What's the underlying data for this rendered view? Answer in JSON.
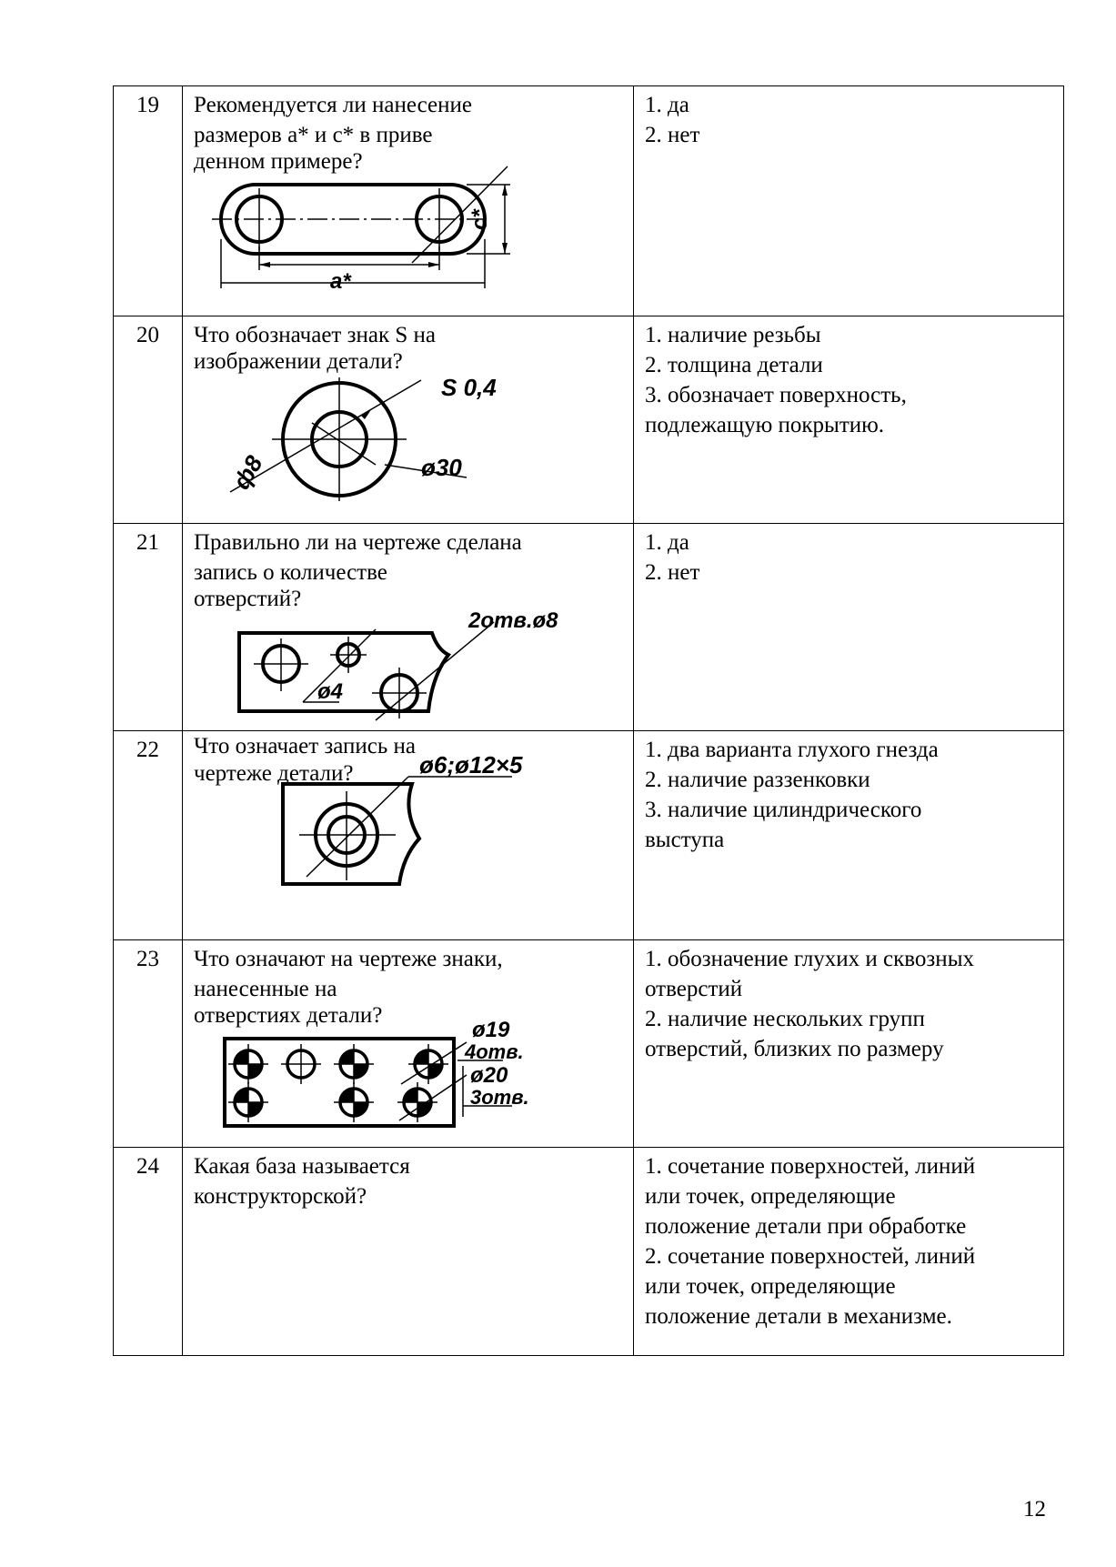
{
  "rows": [
    {
      "number": "19",
      "question_lines": [
        "Рекомендуется ли нанесение",
        "размеров а* и с* в приве",
        "денном примере?"
      ],
      "figure_labels": [
        "а*",
        "с*"
      ],
      "answers": [
        "1. да",
        "2. нет"
      ]
    },
    {
      "number": "20",
      "question_lines": [
        "Что обозначает знак S на",
        "изображении детали?"
      ],
      "figure_labels": [
        "S 0,4",
        "ф8",
        "ø30"
      ],
      "answers": [
        "1. наличие резьбы",
        "2. толщина детали",
        "3. обозначает поверхность,",
        "подлежащую покрытию."
      ]
    },
    {
      "number": "21",
      "question_lines": [
        "Правильно ли на чертеже сделана",
        "запись о количестве",
        "отверстий?"
      ],
      "figure_labels": [
        "2отв.ø8",
        "ø4"
      ],
      "answers": [
        "1. да",
        "2. нет"
      ]
    },
    {
      "number": "22",
      "question_lines": [
        "Что означает запись на",
        "чертеже детали?"
      ],
      "figure_labels": [
        "ø6;ø12×5"
      ],
      "answers": [
        "1. два варианта глухого гнезда",
        "2. наличие раззенковки",
        "3. наличие цилиндрического",
        "выступа"
      ]
    },
    {
      "number": "23",
      "question_lines": [
        "Что означают на чертеже знаки,",
        "нанесенные на",
        "отверстиях детали?"
      ],
      "figure_labels": [
        "ø19",
        "4отв.",
        "ø20",
        "3отв."
      ],
      "answers": [
        "1.   обозначение глухих и сквозных",
        "отверстий",
        "2.   наличие нескольких групп",
        "отверстий, близких по размеру"
      ]
    },
    {
      "number": "24",
      "question_lines": [
        "Какая база называется",
        "конструкторской?"
      ],
      "figure_labels": [],
      "answers": [
        "1. сочетание поверхностей, линий",
        "или точек, определяющие",
        "положение детали при обработке",
        "2. сочетание поверхностей, линий",
        "или точек, определяющие",
        "положение детали в механизме."
      ]
    }
  ],
  "page_number": "12"
}
